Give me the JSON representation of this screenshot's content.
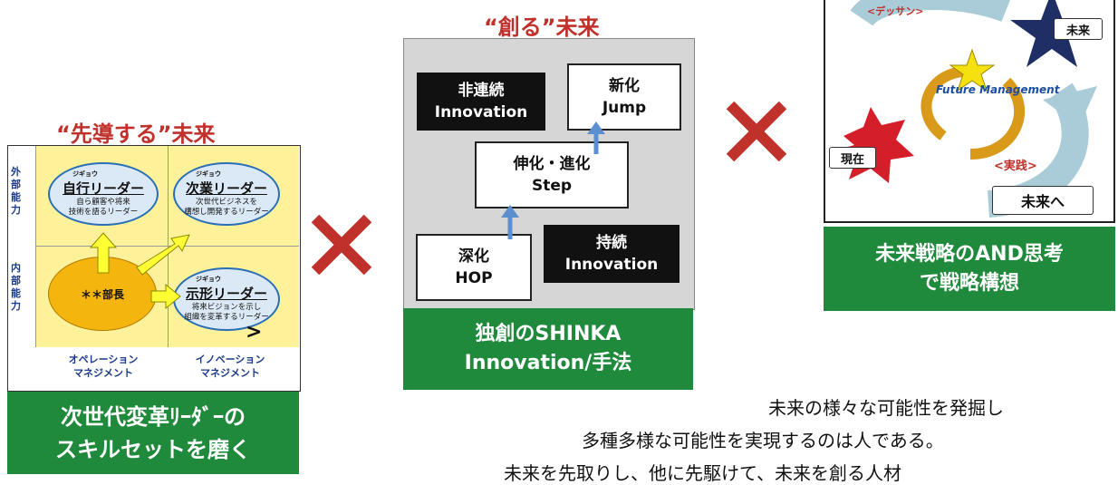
{
  "left": {
    "title": "“先導する”未来",
    "axis_external": "外部能力",
    "axis_internal": "内部能力",
    "ruby": "ジギョウ",
    "leader1": {
      "name": "自行リーダー",
      "desc1": "自ら顧客や将来",
      "desc2": "技術を語るリーダー"
    },
    "leader2": {
      "name": "次業リーダー",
      "desc1": "次世代ビジネスを",
      "desc2": "構想し開発するリーダー"
    },
    "leader3": {
      "name": "示形リーダー",
      "desc1": "将来ビジョンを示し",
      "desc2": "組織を変革するリーダー"
    },
    "manager": "＊＊部長",
    "col1": "オペレーション\nマネジメント",
    "col2": "イノベーション\nマネジメント",
    "label_line1": "次世代変革ﾘｰﾀﾞｰの",
    "label_line2": "スキルセットを磨く"
  },
  "middle": {
    "title": "“創る”未来",
    "box_noncontinuous": "非連続\nInnovation",
    "box_shinka": "新化\nJump",
    "box_step": "伸化・進化\nStep",
    "box_hop": "深化\nHOP",
    "box_continuous": "持続\nInnovation",
    "label_line1": "独創のSHINKA",
    "label_line2": "Innovation/手法"
  },
  "right": {
    "design": "<デッサン>",
    "future": "未来",
    "center": "Future Management",
    "present": "現在",
    "practice": "<実践>",
    "to_future": "未来へ",
    "label_line1": "未来戦略のAND思考",
    "label_line2": "で戦略構想"
  },
  "times_symbol": "×",
  "bottom_text": {
    "line1": "未来の様々な可能性を発掘し",
    "line2": "多種多様な可能性を実現するのは人である。",
    "line3": "未来を先取りし、他に先駆けて、未来を創る人材"
  },
  "colors": {
    "red": "#c0312b",
    "green": "#1f8a3b",
    "yellow": "#fdf29a",
    "orange": "#f5b50f"
  }
}
